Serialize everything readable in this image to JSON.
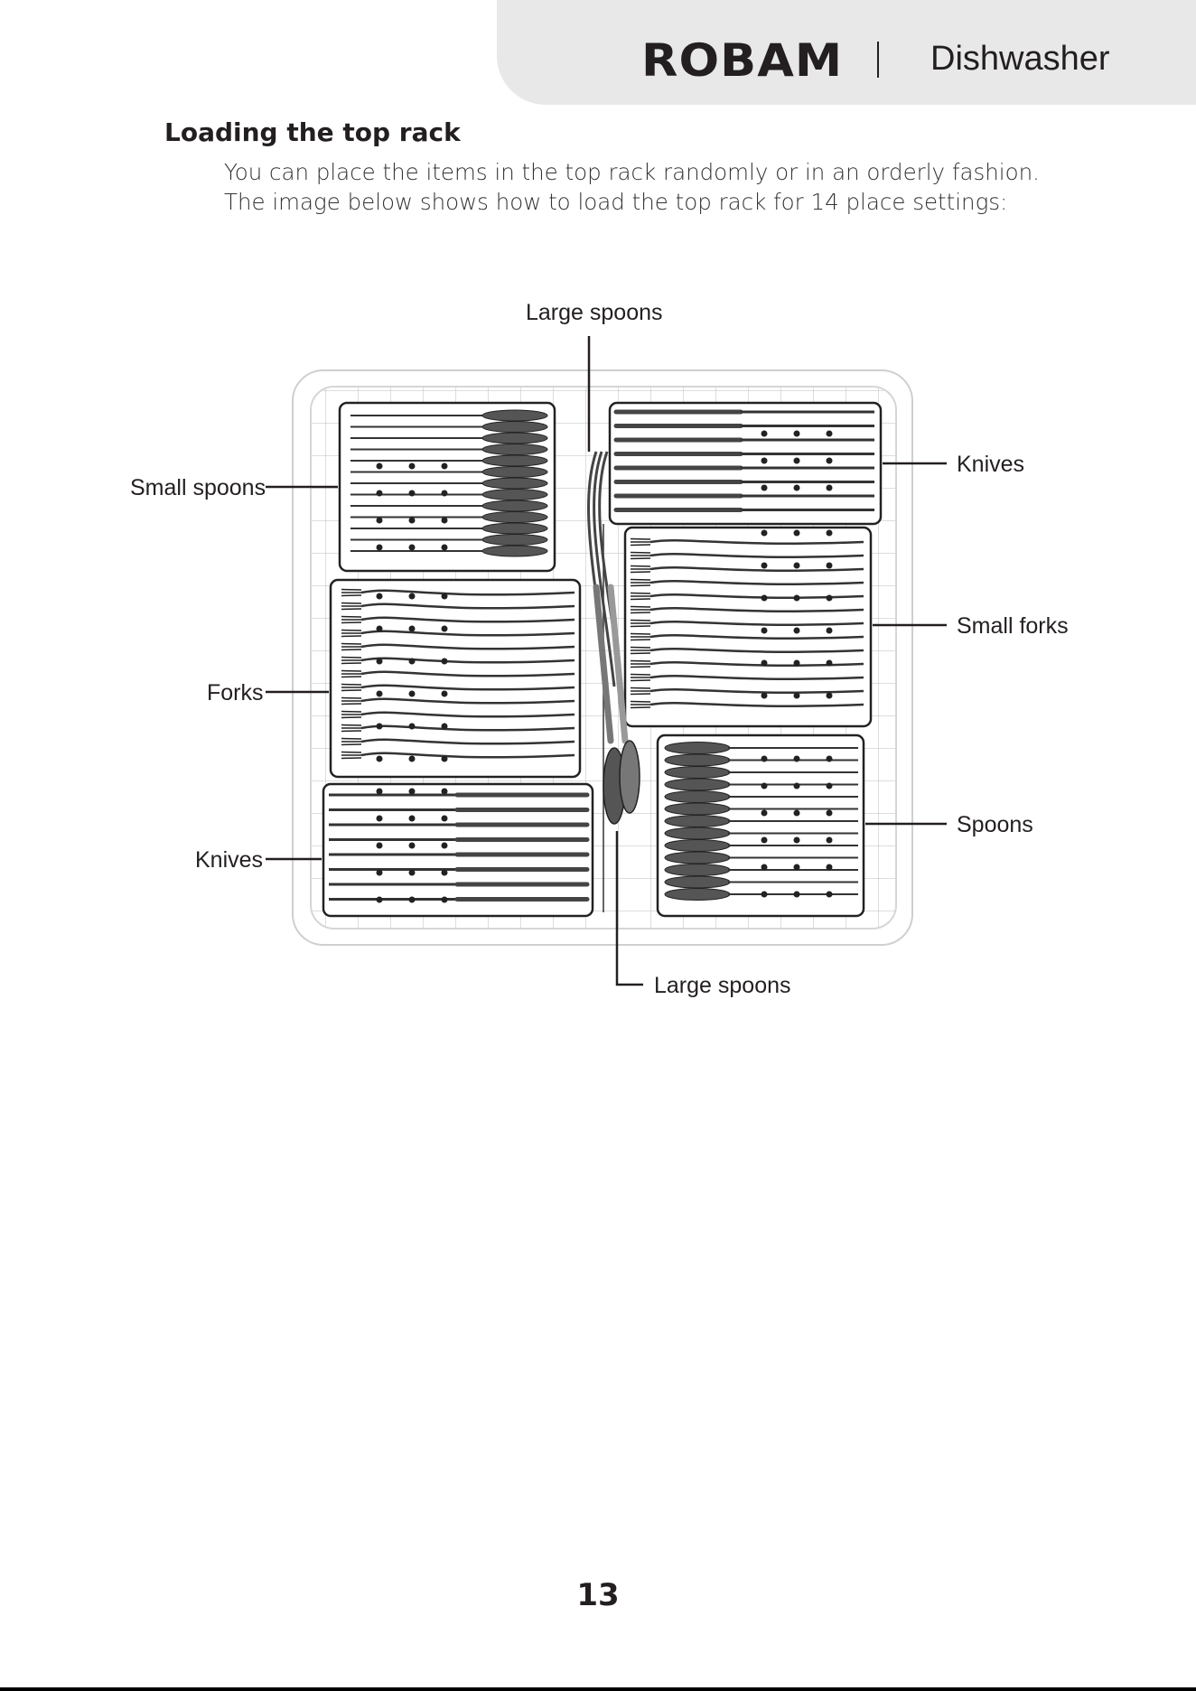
{
  "header": {
    "brand": "ROBAM",
    "product": "Dishwasher"
  },
  "section": {
    "title": "Loading the top rack",
    "lines": [
      "You can place the items in the top rack randomly or in an orderly fashion.",
      "The image below shows how to load the top rack for 14 place settings:"
    ]
  },
  "diagram": {
    "labels": {
      "large_spoons_top": "Large spoons",
      "small_spoons": "Small spoons",
      "knives_right": "Knives",
      "small_forks": "Small forks",
      "forks": "Forks",
      "spoons": "Spoons",
      "knives_left": "Knives",
      "large_spoons_bottom": "Large spoons"
    }
  },
  "footer": {
    "page_number": "13"
  }
}
